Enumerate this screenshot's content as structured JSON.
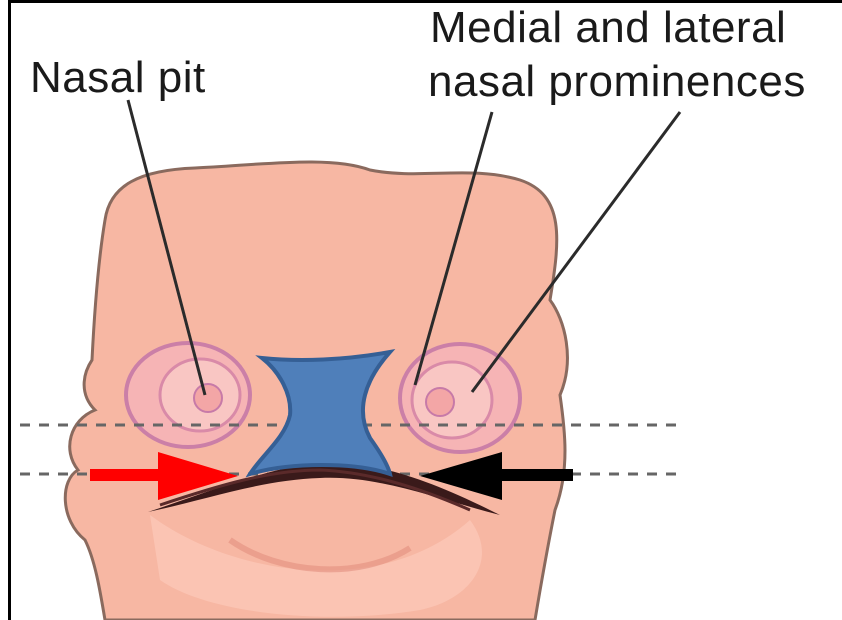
{
  "labels": {
    "nasal_pit": "Nasal pit",
    "prominences_line1": "Medial and lateral",
    "prominences_line2": "nasal prominences"
  },
  "colors": {
    "skin": "#f7b7a3",
    "skin_light": "#fbd0c2",
    "skin_outline": "#8a6a5e",
    "pit_ring": "#c77aa8",
    "blue_region": "#4f7fba",
    "blue_outline": "#355f95",
    "left_arrow": "#ff0000",
    "right_arrow": "#000000",
    "dashed_line": "#666666"
  }
}
